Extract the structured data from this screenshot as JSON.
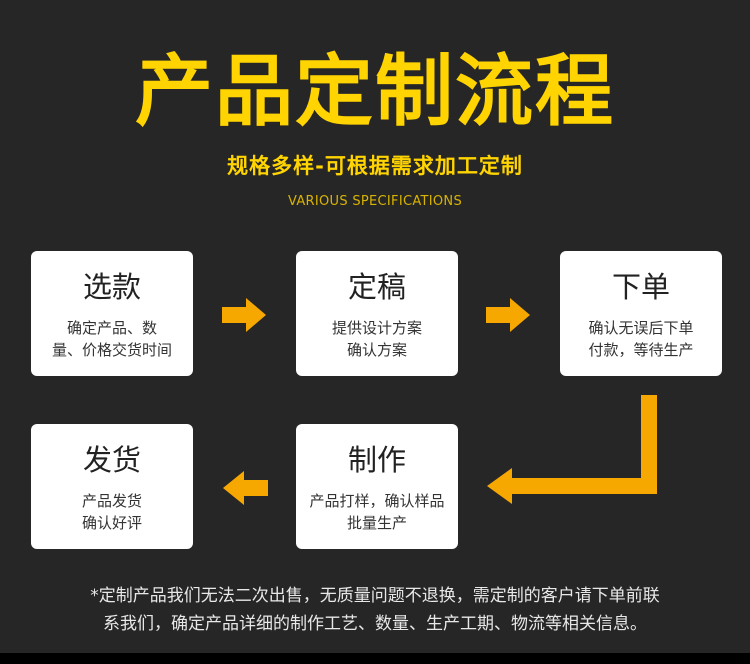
{
  "title": "产品定制流程",
  "subtitle": "规格多样-可根据需求加工定制",
  "subtitle_en": "VARIOUS SPECIFICATIONS",
  "accent": "#ffd400",
  "arrow_color": "#f7a800",
  "steps": [
    {
      "title": "选款",
      "desc": [
        "确定产品、数",
        "量、价格交货时间"
      ]
    },
    {
      "title": "定稿",
      "desc": [
        "提供设计方案",
        "确认方案"
      ]
    },
    {
      "title": "下单",
      "desc": [
        "确认无误后下单",
        "付款，等待生产"
      ]
    },
    {
      "title": "制作",
      "desc": [
        "产品打样，确认样品",
        "批量生产"
      ]
    },
    {
      "title": "发货",
      "desc": [
        "产品发货",
        "确认好评"
      ]
    }
  ],
  "note": [
    "*定制产品我们无法二次出售，无质量问题不退换，需定制的客户请下单前联",
    "系我们，确定产品详细的制作工艺、数量、生产工期、物流等相关信息。"
  ]
}
